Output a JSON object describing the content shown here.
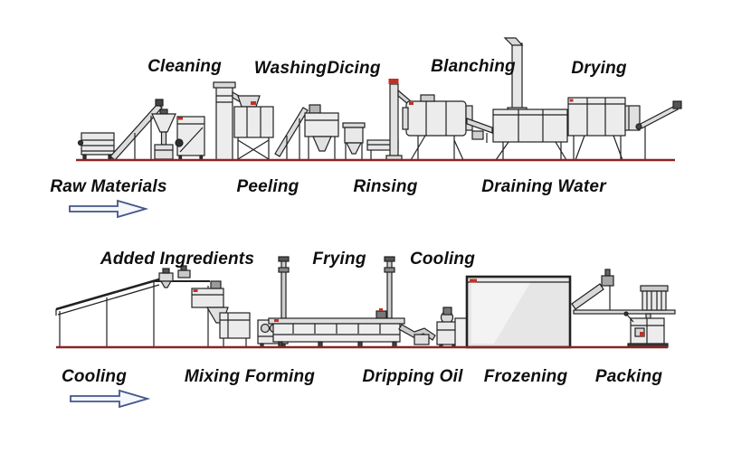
{
  "diagram": {
    "line1": {
      "labels_above": [
        {
          "text": "Cleaning"
        },
        {
          "text": "Washing"
        },
        {
          "text": "Dicing"
        },
        {
          "text": "Blanching"
        },
        {
          "text": "Drying"
        }
      ],
      "labels_below": [
        {
          "text": "Raw Materials"
        },
        {
          "text": "Peeling"
        },
        {
          "text": "Rinsing"
        },
        {
          "text": "Draining Water"
        }
      ]
    },
    "line2": {
      "labels_above": [
        {
          "text": "Added Ingredients"
        },
        {
          "text": "Frying"
        },
        {
          "text": "Cooling"
        }
      ],
      "labels_below": [
        {
          "text": "Cooling"
        },
        {
          "text": "Mixing Forming"
        },
        {
          "text": "Dripping Oil"
        },
        {
          "text": "Frozening"
        },
        {
          "text": "Packing"
        }
      ]
    },
    "icons": {
      "flow_arrow": "right-outline-arrow"
    },
    "colors": {
      "ground_line": "#8b2422",
      "label_text": "#0e0e0e",
      "arrow_outline": "#44568a",
      "arrow_fill": "#f4f7fb",
      "machine_stroke": "#212121",
      "machine_fill": "#ececec",
      "accent_red": "#c23126"
    }
  }
}
